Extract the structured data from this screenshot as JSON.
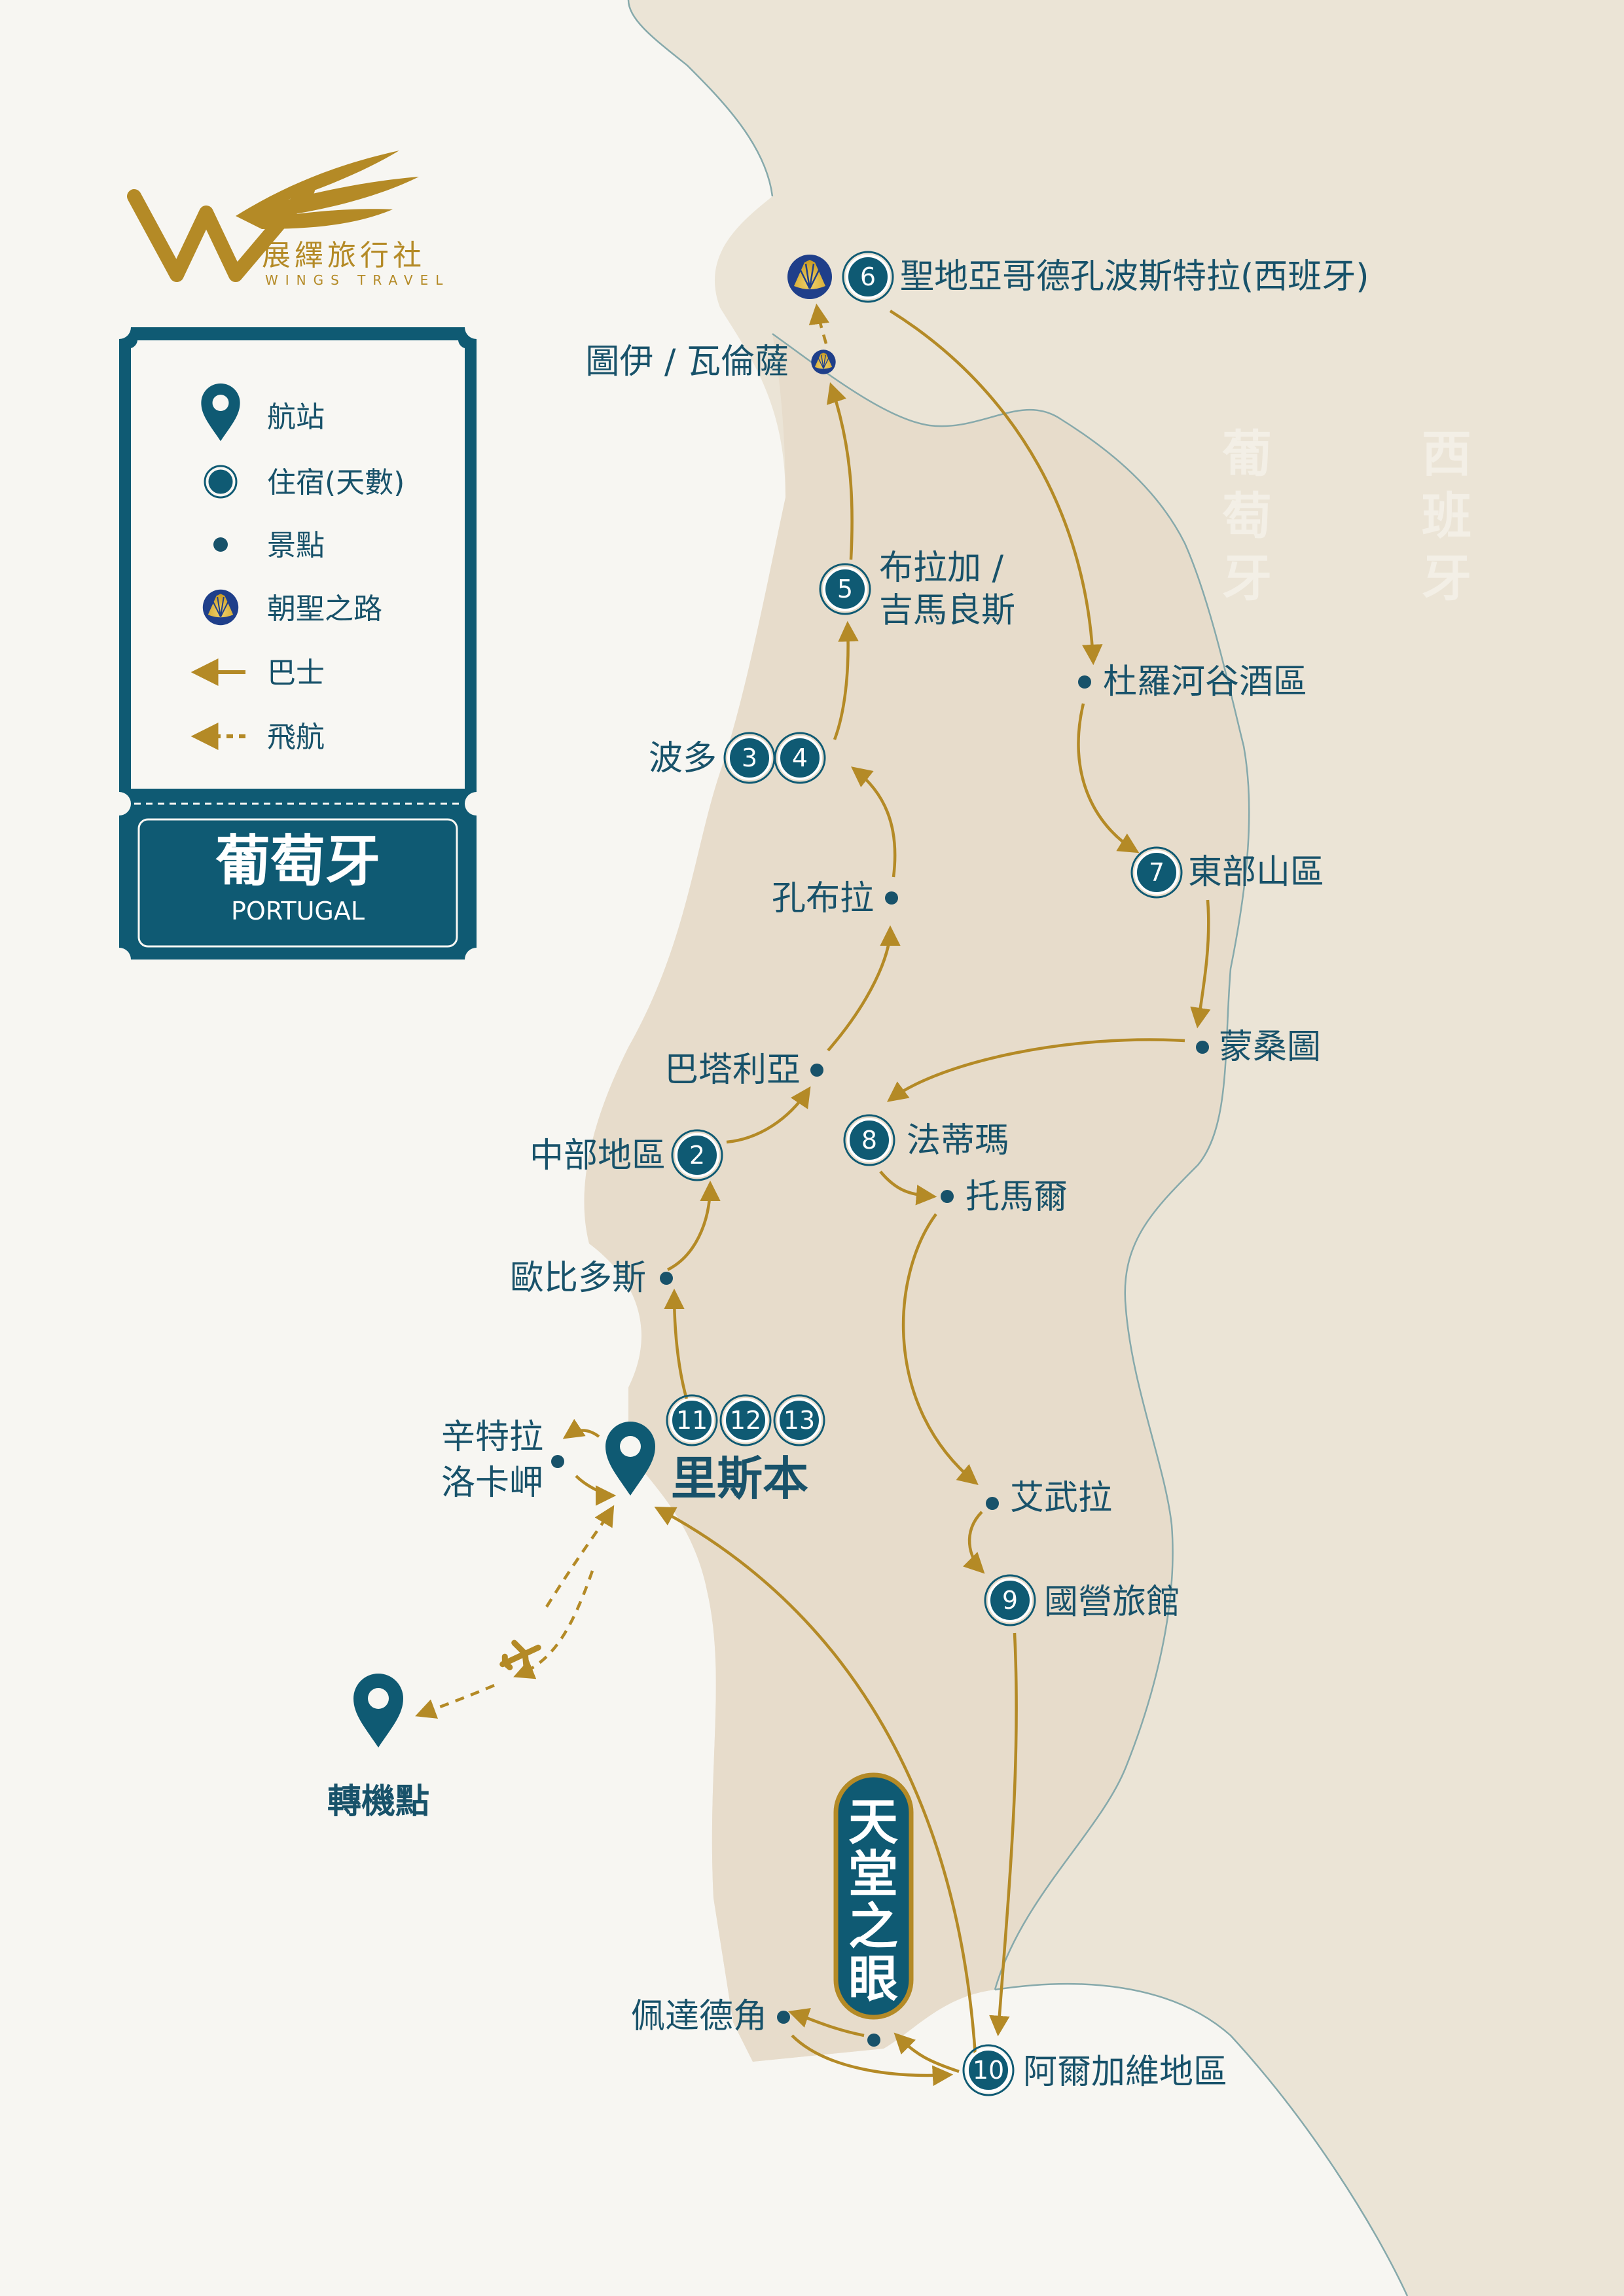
{
  "brand": {
    "name_zh": "展繹旅行社",
    "name_en": "WINGS TRAVEL",
    "color_gold": "#b48a26",
    "color_teal": "#0f5a73"
  },
  "legend": {
    "items": [
      {
        "icon": "map-pin-icon",
        "label": "航站"
      },
      {
        "icon": "hotel-dot-icon",
        "label": "住宿(天數)"
      },
      {
        "icon": "attraction-dot-icon",
        "label": "景點"
      },
      {
        "icon": "scallop-shell-icon",
        "label": "朝聖之路"
      },
      {
        "icon": "bus-arrow-icon",
        "label": "巴士"
      },
      {
        "icon": "flight-arrow-icon",
        "label": "飛航"
      }
    ],
    "title": "葡萄牙",
    "subtitle": "PORTUGAL"
  },
  "countries": {
    "portugal": "葡萄牙",
    "spain": "西班牙"
  },
  "stops": {
    "santiago": {
      "day": "6",
      "name": "聖地亞哥德孔波斯特拉(西班牙)"
    },
    "tui": {
      "name": "圖伊 / 瓦倫薩"
    },
    "braga": {
      "day": "5",
      "name_line1": "布拉加 /",
      "name_line2": "吉馬良斯"
    },
    "porto": {
      "days": [
        "3",
        "4"
      ],
      "name": "波多"
    },
    "coimbra": {
      "name": "孔布拉"
    },
    "batalha": {
      "name": "巴塔利亞"
    },
    "central": {
      "day": "2",
      "name": "中部地區"
    },
    "obidos": {
      "name": "歐比多斯"
    },
    "sintra": {
      "name_line1": "辛特拉",
      "name_line2": "洛卡岬"
    },
    "lisbon": {
      "days": [
        "11",
        "12",
        "13"
      ],
      "name": "里斯本"
    },
    "transfer": {
      "name": "轉機點"
    },
    "douro": {
      "name": "杜羅河谷酒區"
    },
    "east": {
      "day": "7",
      "name": "東部山區"
    },
    "monsanto": {
      "name": "蒙桑圖"
    },
    "fatima": {
      "day": "8",
      "name": "法蒂瑪"
    },
    "tomar": {
      "name": "托馬爾"
    },
    "evora": {
      "name": "艾武拉"
    },
    "pousada": {
      "day": "9",
      "name": "國營旅館"
    },
    "algarve": {
      "day": "10",
      "name": "阿爾加維地區"
    },
    "sagres": {
      "name": "佩達德角"
    }
  },
  "badge": {
    "text": "天堂之眼"
  }
}
